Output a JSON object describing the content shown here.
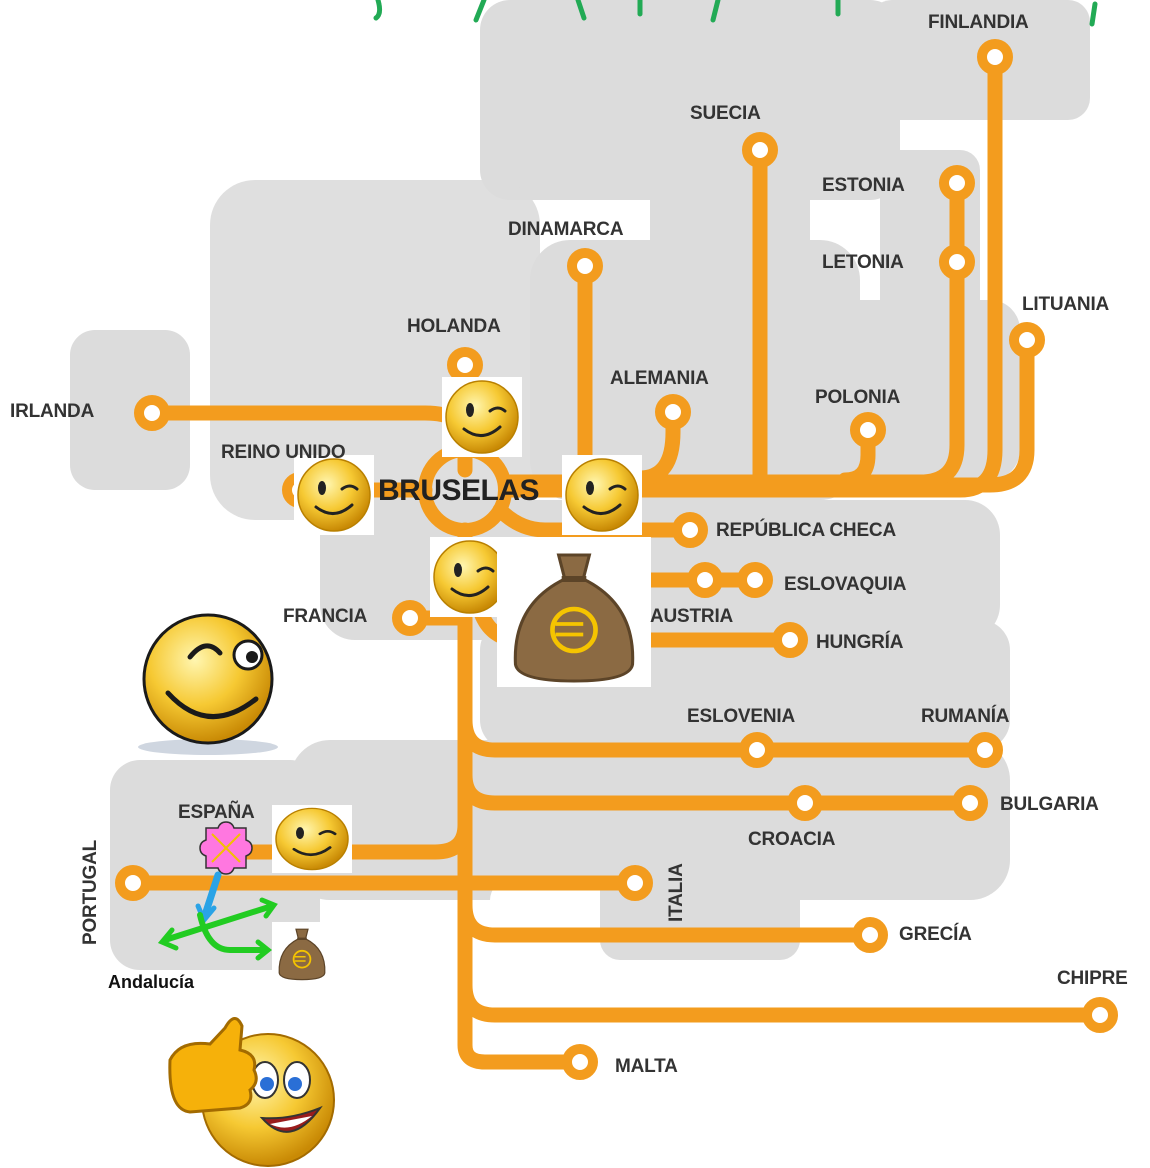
{
  "colors": {
    "line": "#f39c1e",
    "land": "#dcdcdc",
    "title_handwriting": "#22aa55",
    "smiley": "#f4c430"
  },
  "hub": "BRUSELAS",
  "countries": {
    "finlandia": "FINLANDIA",
    "suecia": "SUECIA",
    "estonia": "ESTONIA",
    "letonia": "LETONIA",
    "lituania": "LITUANIA",
    "dinamarca": "DINAMARCA",
    "holanda": "HOLANDA",
    "alemania": "ALEMANIA",
    "polonia": "POLONIA",
    "irlanda": "IRLANDA",
    "reino_unido": "REINO UNIDO",
    "republica_checa": "REPÚBLICA CHECA",
    "eslovaquia": "ESLOVAQUIA",
    "austria": "AUSTRIA",
    "francia": "FRANCIA",
    "hungria": "HUNGRÍA",
    "eslovenia": "ESLOVENIA",
    "rumania": "RUMANÍA",
    "espana": "ESPAÑA",
    "bulgaria": "BULGARIA",
    "croacia": "CROACIA",
    "portugal": "PORTUGAL",
    "italia": "ITALIA",
    "grecia": "GRECÍA",
    "chipre": "CHIPRE",
    "malta": "MALTA"
  },
  "region": "Andalucía",
  "icons": {
    "wink": "wink-smiley-icon",
    "money": "euro-money-bag-icon",
    "thumbs": "thumbs-up-smiley-icon",
    "puzzle": "puzzle-piece-icon"
  }
}
